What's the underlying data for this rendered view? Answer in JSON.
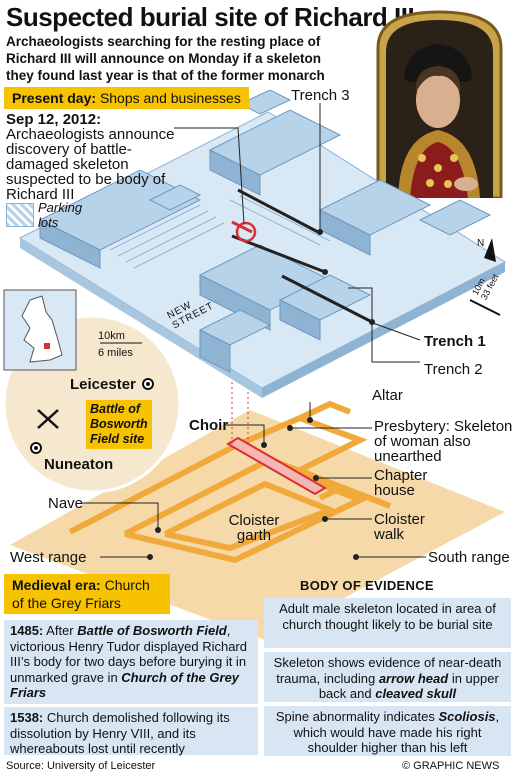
{
  "title": "Suspected burial site of Richard III",
  "intro": "Archaeologists searching for the resting place of Richard III will announce on Monday if a skeleton they found last year is that of the former monarch",
  "present_tag": {
    "bold": "Present day:",
    "rest": "Shops and businesses"
  },
  "sep_note": {
    "date": "Sep 12, 2012:",
    "text": "Archaeologists announce discovery of battle-damaged skeleton suspected to be body of Richard III"
  },
  "parking_label": "Parking lots",
  "trenches": {
    "t1": "Trench 1",
    "t2": "Trench 2",
    "t3": "Trench 3"
  },
  "street_label_1": "NEW",
  "street_label_2": "STREET",
  "scale": {
    "metric": "10m",
    "imperial": "33 feet"
  },
  "compass": "N",
  "map": {
    "scale_km": "10km",
    "scale_mi": "6 miles",
    "leicester": "Leicester",
    "nuneaton": "Nuneaton",
    "battle_1": "Battle of",
    "battle_2": "Bosworth",
    "battle_3": "Field site"
  },
  "church_labels": {
    "altar": "Altar",
    "choir": "Choir",
    "presbytery": "Presbytery: Skeleton of woman also unearthed",
    "chapter": "Chapter house",
    "cloister_garth": "Cloister garth",
    "cloister_walk": "Cloister walk",
    "nave": "Nave",
    "west_range": "West range",
    "south_range": "South range"
  },
  "medieval_tag": {
    "bold": "Medieval era:",
    "rest": "Church of the Grey Friars"
  },
  "evidence_heading": "BODY OF EVIDENCE",
  "history": {
    "y1485": "1485:",
    "t1485_a": "After",
    "t1485_b": "Battle of Bosworth Field",
    "t1485_c": ", victorious Henry Tudor displayed Richard III’s body for two days before burying it in unmarked grave in",
    "t1485_d": "Church of the Grey Friars",
    "y1538": "1538:",
    "t1538": "Church demolished following its dissolution by Henry VIII, and its whereabouts lost until recently"
  },
  "evidence": {
    "e1": "Adult male skeleton located in area of church thought likely to be burial site",
    "e2_a": "Skeleton shows evidence of near-death trauma, including",
    "e2_b": "arrow head",
    "e2_c": "in upper back and",
    "e2_d": "cleaved skull",
    "e3_a": "Spine abnormality indicates",
    "e3_b": "Scoliosis",
    "e3_c": ", which would have made his right shoulder higher than his left"
  },
  "source": "Source: University of Leicester",
  "credit": "© GRAPHIC NEWS",
  "colors": {
    "tag": "#f7c200",
    "building": "#b7d3ea",
    "church": "#f2a93b",
    "ground": "#f6d9a9",
    "box": "#d8e6f3",
    "trench": "#d83030"
  }
}
